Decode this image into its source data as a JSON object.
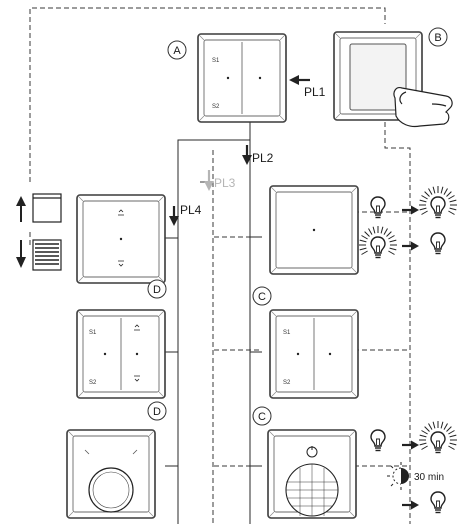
{
  "labels": {
    "device_a": "A",
    "device_b": "B",
    "device_c1": "C",
    "device_c2": "C",
    "device_d1": "D",
    "device_d2": "D",
    "pl1": "PL1",
    "pl2": "PL2",
    "pl3": "PL3",
    "pl4": "PL4",
    "rocker_s1": "S1",
    "rocker_s2": "S2",
    "timer": "30 min"
  },
  "colors": {
    "line": "#2a2a2a",
    "frame": "#3a3a3a",
    "grey_label": "#b5b5b5",
    "background": "#ffffff"
  },
  "icons": [
    "bulb-off-icon",
    "bulb-on-icon",
    "arrow-right-icon",
    "blind-up-icon",
    "blind-down-icon",
    "hand-icon",
    "timer-icon"
  ]
}
